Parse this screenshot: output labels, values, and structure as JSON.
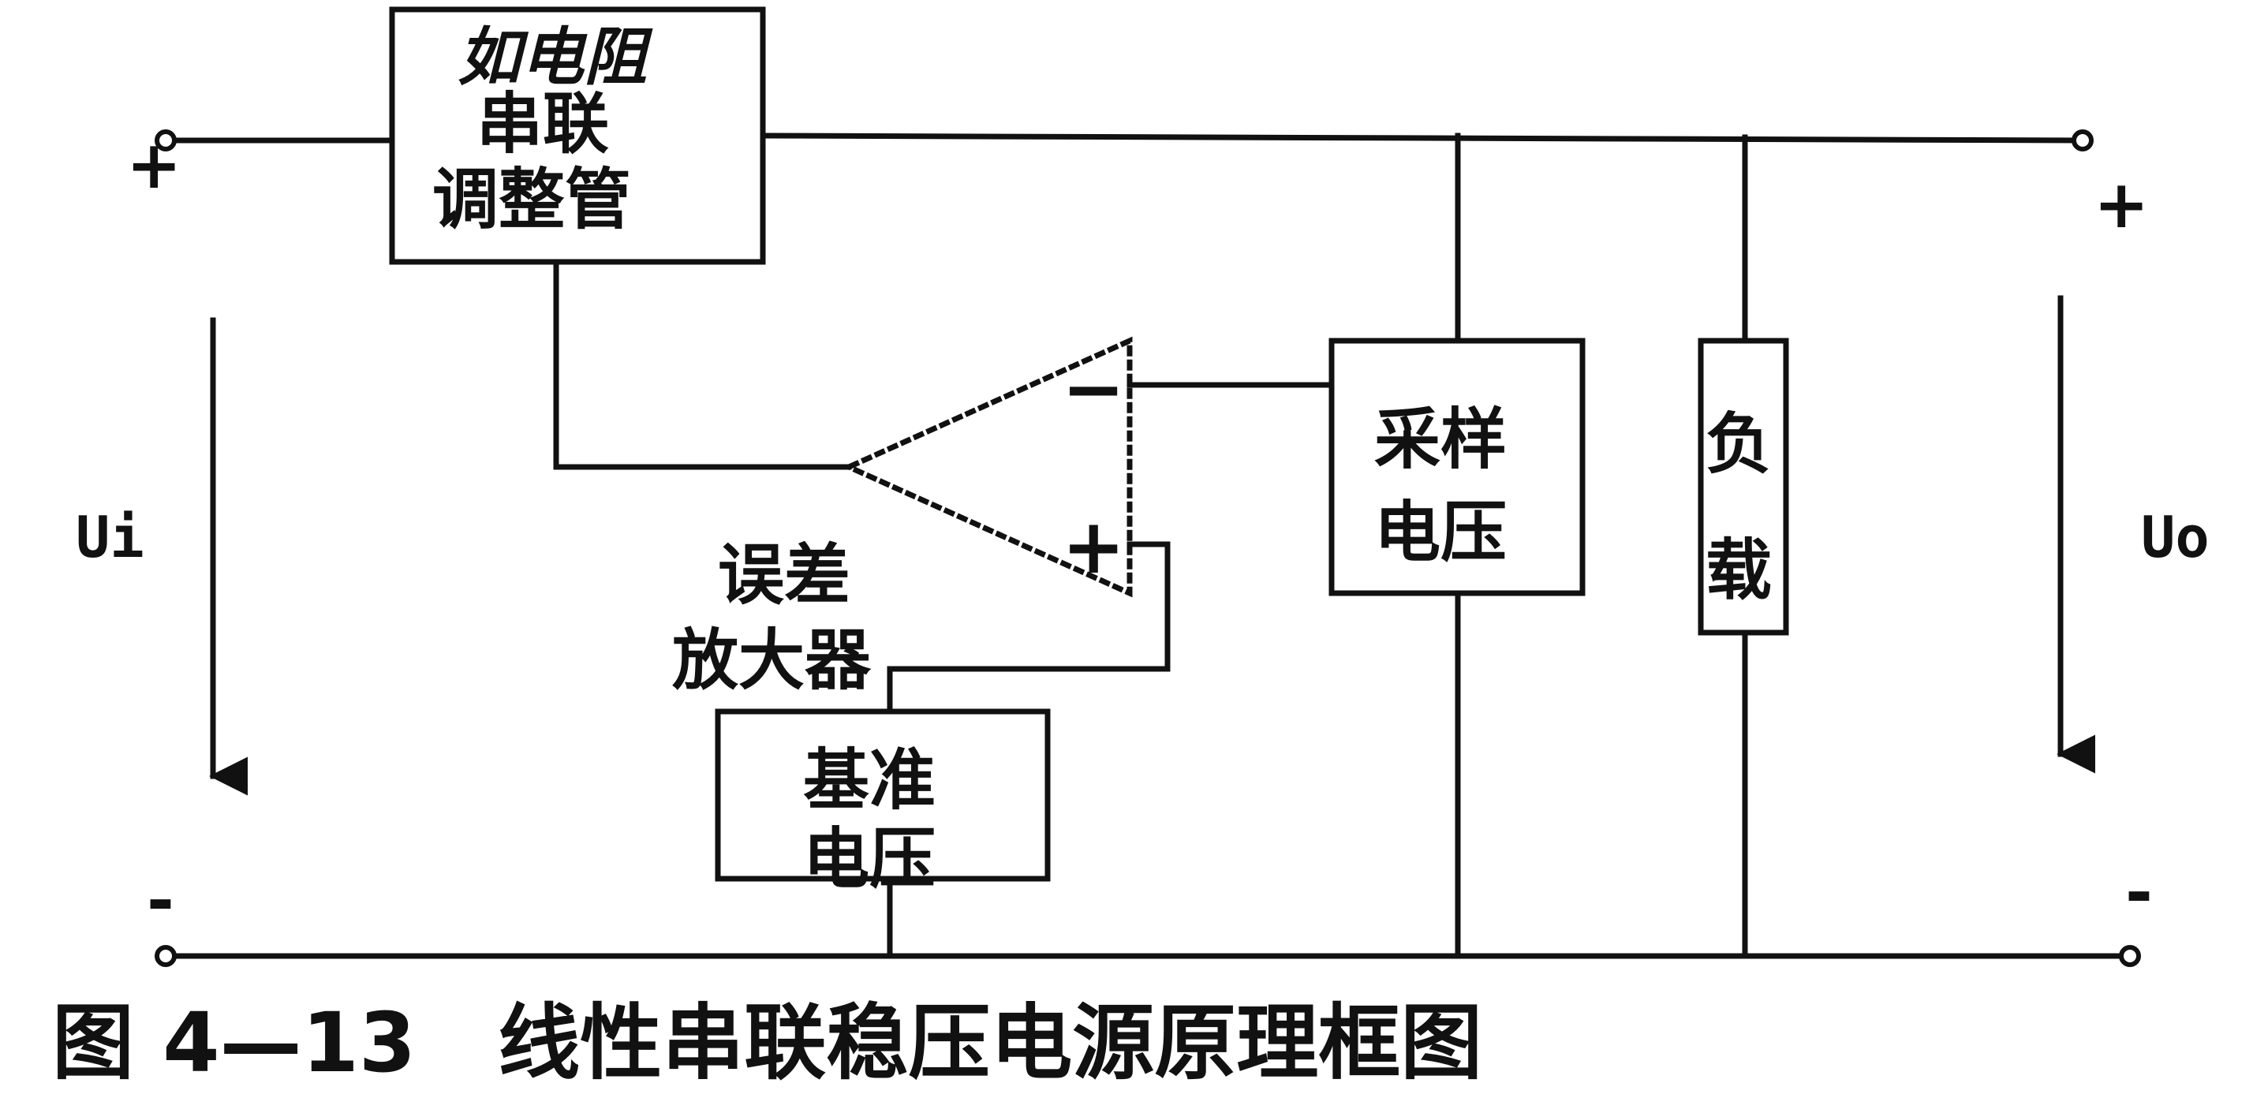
{
  "handwritten_note": "如电阻",
  "series_regulator": {
    "line1": "串联",
    "line2": "调整管"
  },
  "error_amplifier": {
    "line1": "误差",
    "line2": "放大器",
    "minus": "−",
    "plus": "+"
  },
  "sampling_voltage": {
    "line1": "采样",
    "line2": "电压"
  },
  "load": {
    "line1": "负",
    "line2": "载"
  },
  "reference_voltage": {
    "line1": "基准",
    "line2": "电压"
  },
  "input_voltage": "Ui",
  "output_voltage": "Uo",
  "polarity": {
    "input_plus": "+",
    "input_minus": "-",
    "output_plus": "+",
    "output_minus": "-"
  },
  "caption": "图 4—13　线性串联稳压电源原理框图"
}
